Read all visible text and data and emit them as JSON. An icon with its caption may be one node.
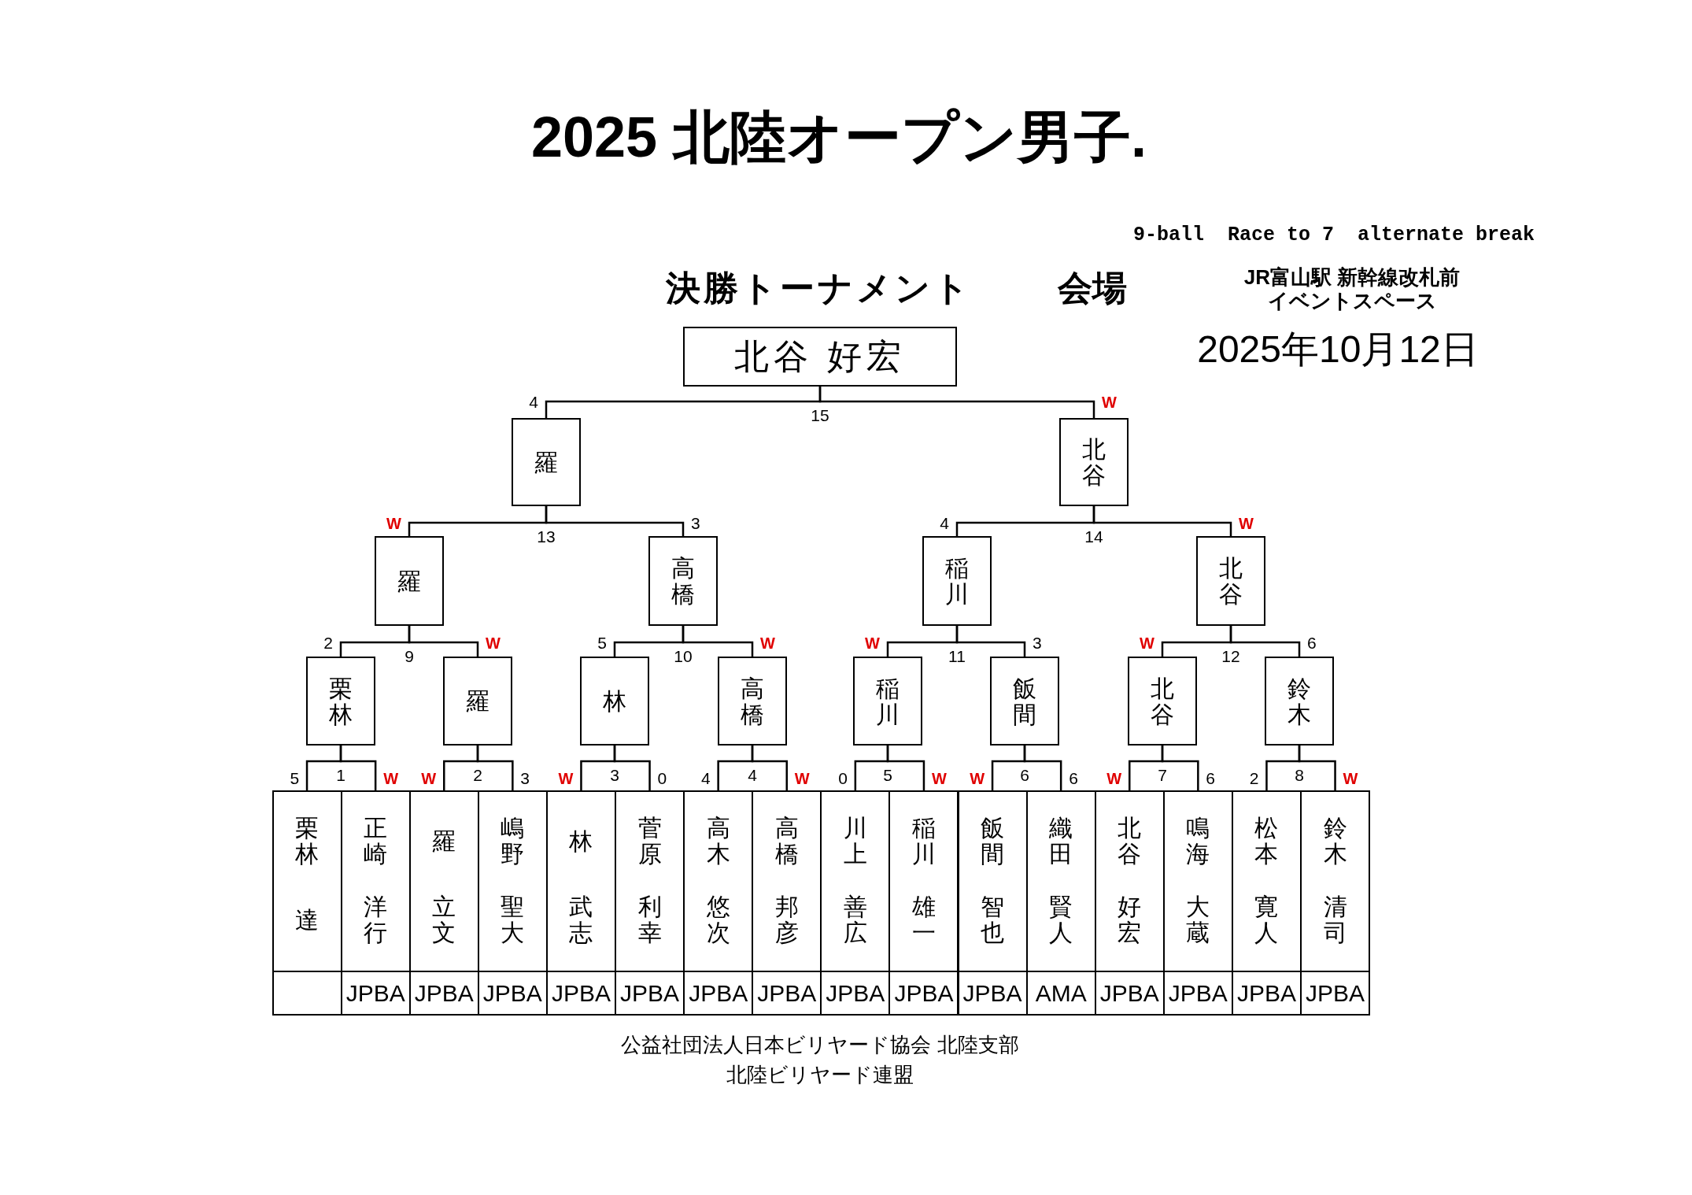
{
  "diagram": {
    "title": "2025 北陸オープン男子.",
    "nodes": [
      {
        "text": [
          "北谷 好宏"
        ]
      },
      {
        "text": [
          "羅"
        ]
      },
      {
        "text": [
          "北谷"
        ]
      },
      {
        "text": [
          "羅"
        ]
      },
      {
        "text": [
          "高橋"
        ]
      },
      {
        "text": [
          "稲川"
        ]
      },
      {
        "text": [
          "北谷"
        ]
      },
      {
        "text": [
          "栗林"
        ]
      },
      {
        "text": [
          "羅"
        ]
      },
      {
        "text": [
          "林"
        ]
      },
      {
        "text": [
          "高橋"
        ]
      },
      {
        "text": [
          "稲川"
        ]
      },
      {
        "text": [
          "飯間"
        ]
      },
      {
        "text": [
          "北谷"
        ]
      },
      {
        "text": [
          "鈴木"
        ]
      },
      {
        "text": [
          "栗林",
          "達"
        ]
      },
      {
        "text": [
          "正崎",
          "洋行"
        ]
      },
      {
        "text": [
          "羅",
          "立文"
        ]
      },
      {
        "text": [
          "嶋野",
          "聖大"
        ]
      },
      {
        "text": [
          "林",
          "武志"
        ]
      },
      {
        "text": [
          "菅原",
          "利幸"
        ]
      },
      {
        "text": [
          "高木",
          "悠次"
        ]
      },
      {
        "text": [
          "高橋",
          "邦彦"
        ]
      },
      {
        "text": [
          "川上",
          "善広"
        ]
      },
      {
        "text": [
          "稲川",
          "雄一"
        ]
      },
      {
        "text": [
          "飯間",
          "智也"
        ]
      },
      {
        "text": [
          "織田",
          "賢人"
        ]
      },
      {
        "text": [
          "北谷",
          "好宏"
        ]
      },
      {
        "text": [
          "鳴海",
          "大蔵"
        ]
      },
      {
        "text": [
          "松本",
          "寛人"
        ]
      },
      {
        "text": [
          "鈴木",
          "清司"
        ]
      },
      {
        "text": [],
        "shape": "box"
      },
      {
        "text": [
          "JPBA"
        ]
      },
      {
        "text": [
          "JPBA"
        ]
      },
      {
        "text": [
          "JPBA"
        ]
      },
      {
        "text": [
          "JPBA"
        ]
      },
      {
        "text": [
          "JPBA"
        ]
      },
      {
        "text": [
          "JPBA"
        ]
      },
      {
        "text": [
          "JPBA"
        ]
      },
      {
        "text": [
          "JPBA"
        ]
      },
      {
        "text": [
          "JPBA"
        ]
      },
      {
        "text": [
          "JPBA"
        ]
      },
      {
        "text": [
          "AMA"
        ]
      },
      {
        "text": [
          "JPBA"
        ]
      },
      {
        "text": [
          "JPBA"
        ]
      },
      {
        "text": [
          "JPBA"
        ]
      },
      {
        "text": [
          "JPBA"
        ]
      }
    ],
    "edges": [
      {
        "from": 1,
        "to": 0,
        "arrow": "none",
        "label": "4"
      },
      {
        "from": 2,
        "to": 0,
        "arrow": "none",
        "label": "W"
      },
      {
        "from": 3,
        "to": 1,
        "arrow": "none",
        "label": "W"
      },
      {
        "from": 4,
        "to": 1,
        "arrow": "none",
        "label": "3"
      },
      {
        "from": 5,
        "to": 2,
        "arrow": "none",
        "label": "4"
      },
      {
        "from": 6,
        "to": 2,
        "arrow": "none",
        "label": "W"
      },
      {
        "from": 7,
        "to": 3,
        "arrow": "none",
        "label": "2"
      },
      {
        "from": 8,
        "to": 3,
        "arrow": "none",
        "label": "W"
      },
      {
        "from": 9,
        "to": 4,
        "arrow": "none",
        "label": "5"
      },
      {
        "from": 10,
        "to": 4,
        "arrow": "none",
        "label": "W"
      },
      {
        "from": 11,
        "to": 5,
        "arrow": "none",
        "label": "W"
      },
      {
        "from": 12,
        "to": 5,
        "arrow": "none",
        "label": "3"
      },
      {
        "from": 13,
        "to": 6,
        "arrow": "none",
        "label": "W"
      },
      {
        "from": 14,
        "to": 6,
        "arrow": "none",
        "label": "6"
      },
      {
        "from": 15,
        "to": 7,
        "arrow": "none",
        "label": "5"
      },
      {
        "from": 16,
        "to": 7,
        "arrow": "none",
        "label": "W"
      },
      {
        "from": 17,
        "to": 8,
        "arrow": "none",
        "label": "W"
      },
      {
        "from": 18,
        "to": 8,
        "arrow": "none",
        "label": "3"
      },
      {
        "from": 19,
        "to": 9,
        "arrow": "none",
        "label": "W"
      },
      {
        "from": 20,
        "to": 9,
        "arrow": "none",
        "label": "0"
      },
      {
        "from": 21,
        "to": 10,
        "arrow": "none",
        "label": "4"
      },
      {
        "from": 22,
        "to": 10,
        "arrow": "none",
        "label": "W"
      },
      {
        "from": 23,
        "to": 11,
        "arrow": "none",
        "label": "0"
      },
      {
        "from": 24,
        "to": 11,
        "arrow": "none",
        "label": "W"
      },
      {
        "from": 25,
        "to": 12,
        "arrow": "none",
        "label": "W"
      },
      {
        "from": 26,
        "to": 12,
        "arrow": "none",
        "label": "6"
      },
      {
        "from": 27,
        "to": 13,
        "arrow": "none",
        "label": "W"
      },
      {
        "from": 28,
        "to": 13,
        "arrow": "none",
        "label": "6"
      },
      {
        "from": 29,
        "to": 14,
        "arrow": "none",
        "label": "2"
      },
      {
        "from": 30,
        "to": 14,
        "arrow": "none",
        "label": "W"
      }
    ],
    "labels": [
      "9-ball  Race to 7  alternate break",
      "決勝トーナメント",
      "会場",
      "JR富山駅 新幹線改札前",
      "イベントスペース",
      "2025年10月12日",
      "15",
      "13",
      "14",
      "9",
      "10",
      "11",
      "12",
      "1",
      "2",
      "3",
      "4",
      "5",
      "6",
      "7",
      "8",
      "公益社団法人日本ビリヤード協会 北陸支部",
      "北陸ビリヤード連盟"
    ]
  }
}
